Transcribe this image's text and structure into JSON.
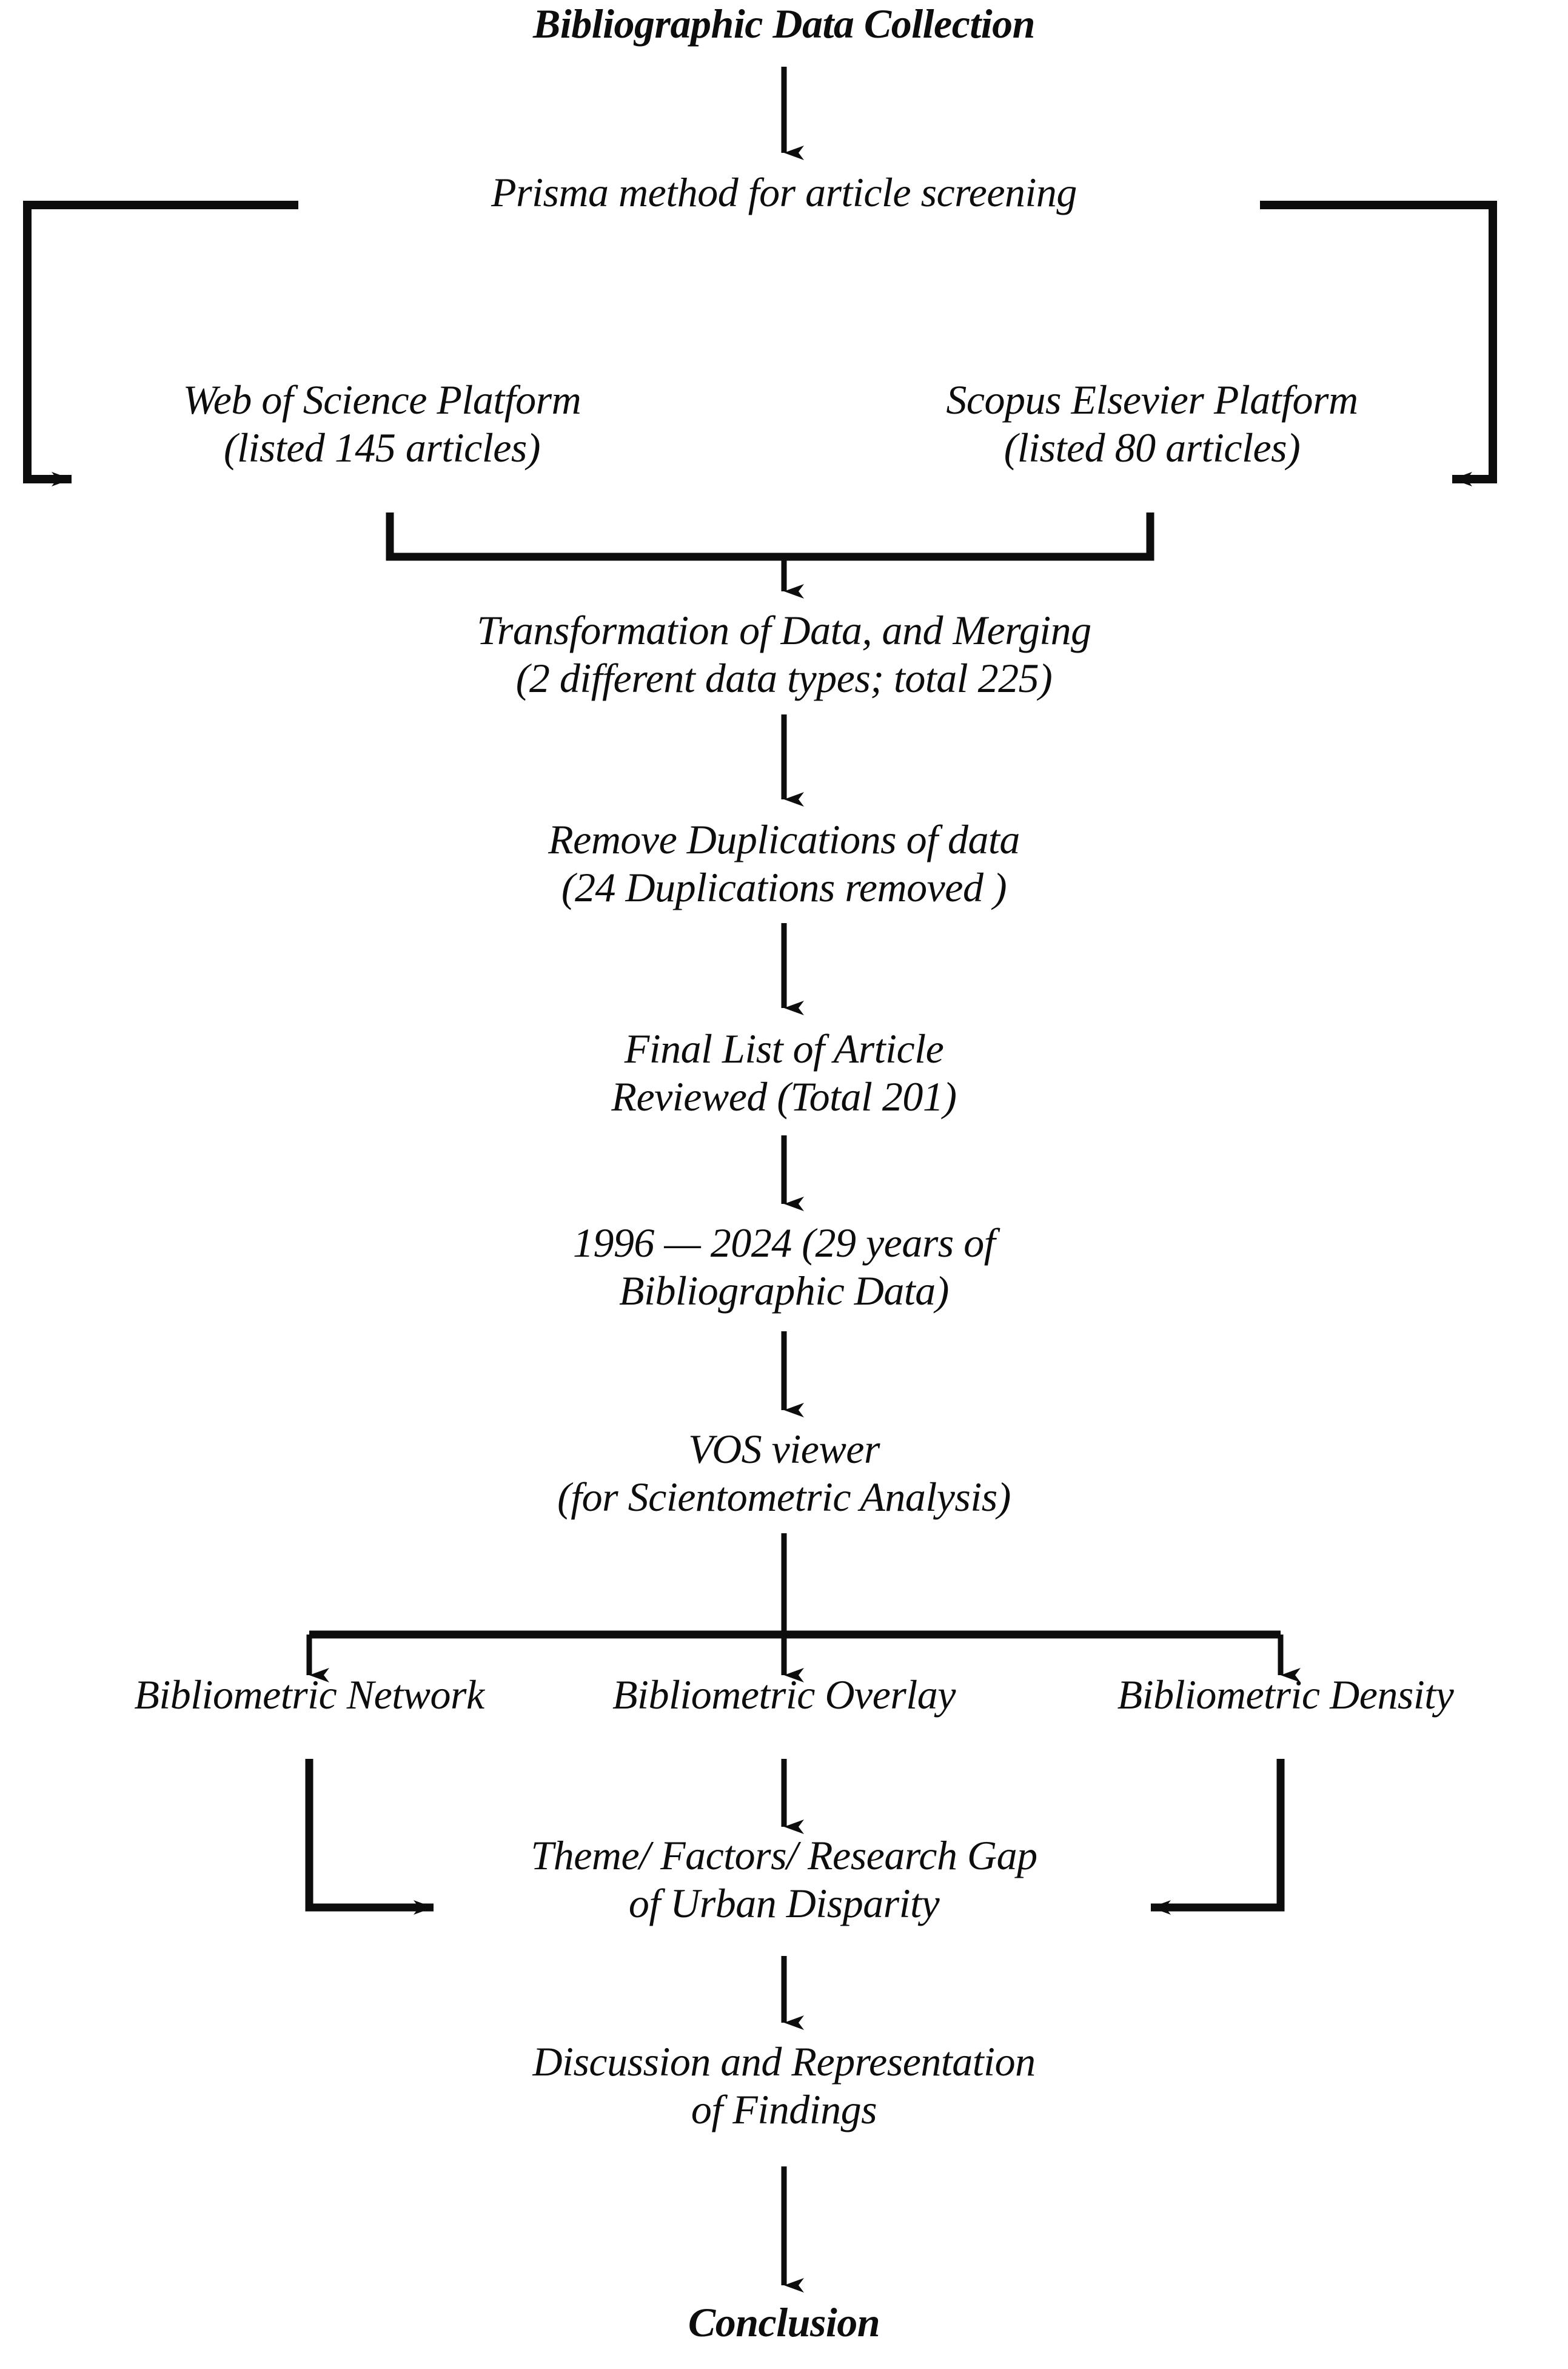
{
  "diagram": {
    "title": "Bibliographic Data Collection",
    "orientation": "top-to-bottom flowchart",
    "accent_color": "#0d0d0d",
    "background_color": "#ffffff",
    "nodes": {
      "title": "Bibliographic Data Collection",
      "prisma": "Prisma method for article screening",
      "web_of_science": "Web of Science Platform\n(listed 145 articles)",
      "scopus": "Scopus Elsevier Platform\n(listed 80 articles)",
      "transformation": "Transformation of Data, and  Merging\n(2 different data types;  total 225)",
      "remove_duplicates": "Remove Duplications of data\n(24 Duplications removed )",
      "final_list": "Final List of Article\nReviewed (Total 201)",
      "years": "1996 — 2024 (29 years of\nBibliographic Data)",
      "vosviewer": "VOS viewer\n(for Scientometric Analysis)",
      "bibliometric_network": "Bibliometric Network",
      "bibliometric_overlay": "Bibliometric Overlay",
      "bibliometric_density": "Bibliometric Density",
      "theme": "Theme/ Factors/ Research Gap\nof Urban Disparity",
      "discussion": "Discussion and Representation\nof Findings",
      "conclusion": "Conclusion"
    },
    "values": {
      "wos_articles": 145,
      "scopus_articles": 80,
      "merged_total": 225,
      "data_types": 2,
      "duplications_removed": 24,
      "final_total": 201,
      "year_start": 1996,
      "year_end": 2024,
      "year_span": 29
    },
    "connectors": [
      {
        "name": "title-to-prisma",
        "type": "arrow-down"
      },
      {
        "name": "prisma-to-web-of-science",
        "type": "elbow-left-down-arrow-right"
      },
      {
        "name": "prisma-to-scopus",
        "type": "elbow-right-down-arrow-left"
      },
      {
        "name": "platforms-merge-to-transformation",
        "type": "merge-bracket-arrow-down"
      },
      {
        "name": "transformation-to-remove-duplicates",
        "type": "arrow-down"
      },
      {
        "name": "remove-duplicates-to-final-list",
        "type": "arrow-down"
      },
      {
        "name": "final-list-to-years",
        "type": "arrow-down"
      },
      {
        "name": "years-to-vosviewer",
        "type": "arrow-down"
      },
      {
        "name": "vosviewer-split-three-ways",
        "type": "split-bracket-three-arrows-down"
      },
      {
        "name": "network-to-theme",
        "type": "elbow-down-arrow-right"
      },
      {
        "name": "overlay-to-theme",
        "type": "arrow-down"
      },
      {
        "name": "density-to-theme",
        "type": "elbow-down-arrow-left"
      },
      {
        "name": "theme-to-discussion",
        "type": "arrow-down"
      },
      {
        "name": "discussion-to-conclusion",
        "type": "arrow-down"
      }
    ]
  }
}
